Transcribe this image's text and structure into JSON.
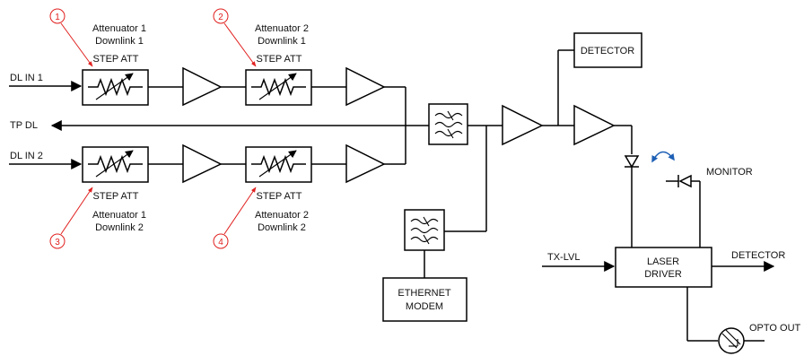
{
  "colors": {
    "line": "#000000",
    "callout": "#e0201e",
    "arrow_accent": "#1d5fb4"
  },
  "inputs": {
    "dl_in_1": "DL IN 1",
    "dl_in_2": "DL IN 2",
    "tx_lvl": "TX-LVL"
  },
  "outputs": {
    "tp_dl": "TP DL",
    "detector": "DETECTOR",
    "opto_out": "OPTO OUT"
  },
  "attenuators": [
    {
      "number": "1",
      "type": "STEP ATT",
      "name": "Attenuator 1",
      "path": "Downlink 1"
    },
    {
      "number": "2",
      "type": "STEP ATT",
      "name": "Attenuator 2",
      "path": "Downlink 1"
    },
    {
      "number": "3",
      "type": "STEP ATT",
      "name": "Attenuator 1",
      "path": "Downlink 2"
    },
    {
      "number": "4",
      "type": "STEP ATT",
      "name": "Attenuator 2",
      "path": "Downlink 2"
    }
  ],
  "blocks": {
    "detector_top": "DETECTOR",
    "monitor": "MONITOR",
    "laser_driver_l1": "LASER",
    "laser_driver_l2": "DRIVER",
    "ethernet_l1": "ETHERNET",
    "ethernet_l2": "MODEM"
  },
  "icons": [
    "resistor-icon",
    "amplifier-icon",
    "filter-icon",
    "photodiode-icon",
    "laser-diode-icon",
    "optical-connector-icon",
    "curved-double-arrow-icon"
  ]
}
